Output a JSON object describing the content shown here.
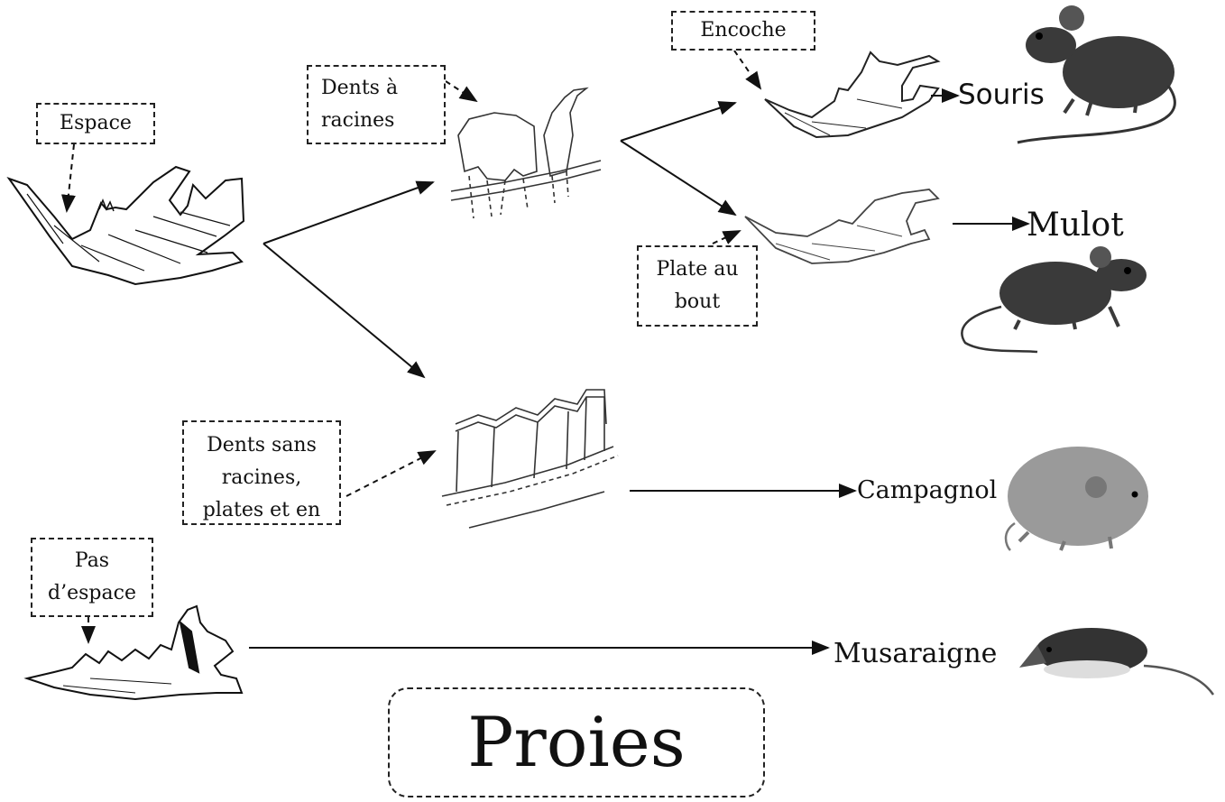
{
  "labels": {
    "espace": "Espace",
    "dents_racines_1": "Dents à",
    "dents_racines_2": "racines",
    "encoche": "Encoche",
    "plate_1": "Plate au",
    "plate_2": "bout",
    "sans_racines_1": "Dents sans",
    "sans_racines_2": "racines,",
    "sans_racines_3": "plates et en",
    "pas_espace_1": "Pas",
    "pas_espace_2": "d’espace"
  },
  "animals": {
    "souris": "Souris",
    "mulot": "Mulot",
    "campagnol": "Campagnol",
    "musaraigne": "Musaraigne"
  },
  "title": "Proies",
  "colors": {
    "ink": "#111111",
    "dash": "#222222",
    "fur_dark": "#3a3a3a",
    "fur_light": "#9a9a9a"
  }
}
